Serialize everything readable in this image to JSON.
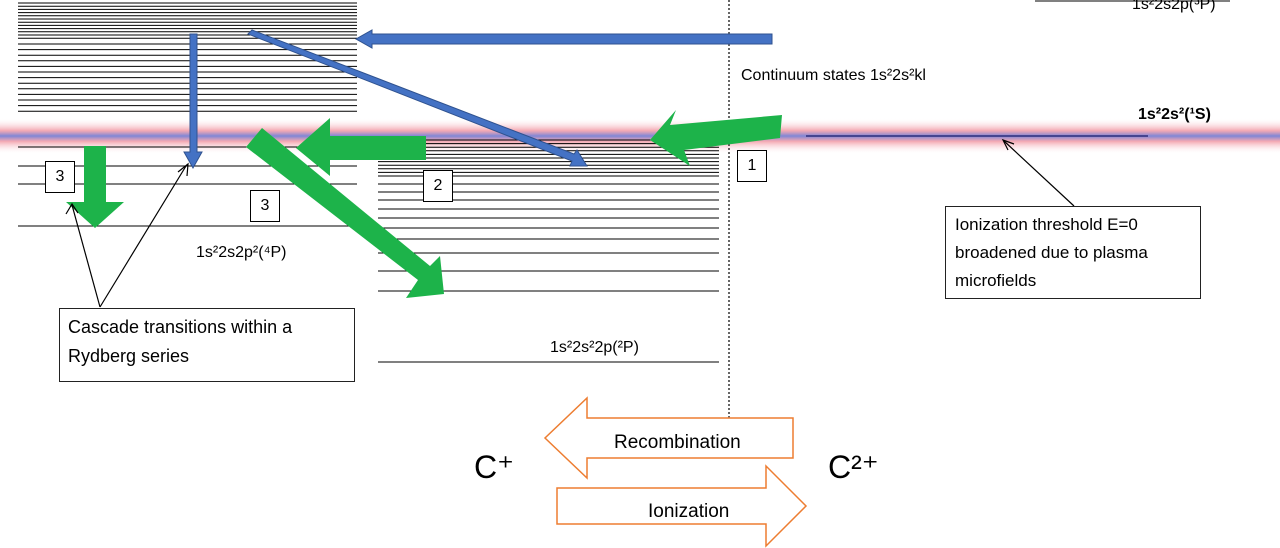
{
  "labels": {
    "top_right_state": "1s²2s2p(³P)",
    "continuum": "Continuum states 1s²2s²kl",
    "threshold_state": "1s²2s²(¹S)",
    "state_4P": "1s²2s2p²(⁴P)",
    "state_2P": "1s²2s²2p(²P)",
    "ion_left": "C⁺",
    "ion_right": "C²⁺",
    "recombination": "Recombination",
    "ionization": "Ionization"
  },
  "callouts": {
    "cascade": [
      "Cascade transitions within a",
      "Rydberg series"
    ],
    "threshold": [
      "Ionization threshold E=0",
      "broadened due to plasma",
      "microfields"
    ]
  },
  "process_numbers": {
    "n1": "1",
    "n2": "2",
    "n3a": "3",
    "n3b": "3"
  },
  "colors": {
    "green_arrow": "#1db34a",
    "blue_arrow": "#4472c4",
    "orange_outline": "#ed7d31",
    "threshold_band": "#f4a6b0"
  }
}
